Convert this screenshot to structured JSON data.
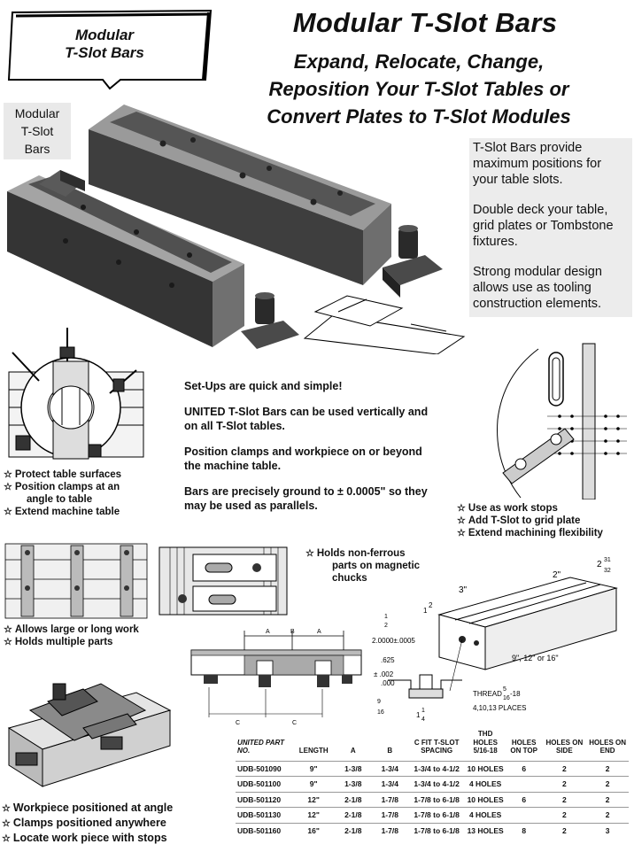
{
  "tag": {
    "label_line1": "Modular",
    "label_line2": "T-Slot Bars"
  },
  "header": {
    "title": "Modular T-Slot Bars",
    "subtitle_line1": "Expand, Relocate, Change,",
    "subtitle_line2": "Reposition Your T-Slot Tables or",
    "subtitle_line3": "Convert Plates to T-Slot Modules"
  },
  "photo_label": {
    "line1": "Modular",
    "line2": "T-Slot",
    "line3": "Bars"
  },
  "benefits": [
    "T-Slot Bars provide maximum positions for your table slots.",
    "Double deck your table, grid plates or Tombstone fixtures.",
    "Strong modular design allows use as tooling construction elements."
  ],
  "middle_text": [
    "Set-Ups are quick and simple!",
    "UNITED T-Slot Bars can be used vertically and on all T-Slot tables.",
    "Position clamps and workpiece on or beyond the machine table.",
    "Bars are precisely ground to ± 0.0005\" so they may be used as parallels."
  ],
  "bullets_left_top": [
    "Protect table surfaces",
    "Position clamps at an",
    "angle to table",
    "Extend machine table"
  ],
  "bullets_right_mid": [
    "Use as work stops",
    "Add T-Slot to grid plate",
    "Extend machining flexibility"
  ],
  "bullets_left_mid": [
    "Allows large or long work",
    "Holds multiple parts"
  ],
  "nonferrous": {
    "line1": "Holds non-ferrous",
    "line2": "parts on magnetic",
    "line3": "chucks"
  },
  "bullets_left_bottom": [
    "Workpiece positioned at angle",
    "Clamps positioned anywhere",
    "Locate work piece with stops"
  ],
  "dims": {
    "d1": "3\"",
    "d2": "2\"",
    "d3": "2",
    "d3_num": "31",
    "d3_den": "32",
    "d4_num": "1",
    "d4_den": "2",
    "d5": "1",
    "d5b": "2",
    "d6": "2.0000±.0005",
    "d7": ".625",
    "d8": "± .002",
    "d9": ".000",
    "d10_num": "9",
    "d10_den": "16",
    "d11": "1",
    "d11_num": "1",
    "d11_den": "4",
    "length_label": "9\", 12\" or 16\"",
    "thread_label": "THREAD",
    "thread_num": "5",
    "thread_den": "16",
    "thread_tail": "-18",
    "thread_places": "4,10,13 PLACES",
    "sec_a": "A",
    "sec_b": "B",
    "sec_c": "C"
  },
  "spec_table": {
    "headers": [
      "UNITED PART NO.",
      "LENGTH",
      "A",
      "B",
      "C FIT T-SLOT SPACING",
      "THD HOLES 5/16-18",
      "HOLES ON TOP",
      "HOLES ON SIDE",
      "HOLES ON END"
    ],
    "rows": [
      [
        "UDB-501090",
        "9\"",
        "1-3/8",
        "1-3/4",
        "1-3/4 to 4-1/2",
        "10 HOLES",
        "6",
        "2",
        "2"
      ],
      [
        "UDB-501100",
        "9\"",
        "1-3/8",
        "1-3/4",
        "1-3/4 to 4-1/2",
        "4 HOLES",
        "",
        "2",
        "2"
      ],
      [
        "UDB-501120",
        "12\"",
        "2-1/8",
        "1-7/8",
        "1-7/8 to 6-1/8",
        "10 HOLES",
        "6",
        "2",
        "2"
      ],
      [
        "UDB-501130",
        "12\"",
        "2-1/8",
        "1-7/8",
        "1-7/8 to 6-1/8",
        "4 HOLES",
        "",
        "2",
        "2"
      ],
      [
        "UDB-501160",
        "16\"",
        "2-1/8",
        "1-7/8",
        "1-7/8 to 6-1/8",
        "13 HOLES",
        "8",
        "2",
        "3"
      ]
    ]
  }
}
